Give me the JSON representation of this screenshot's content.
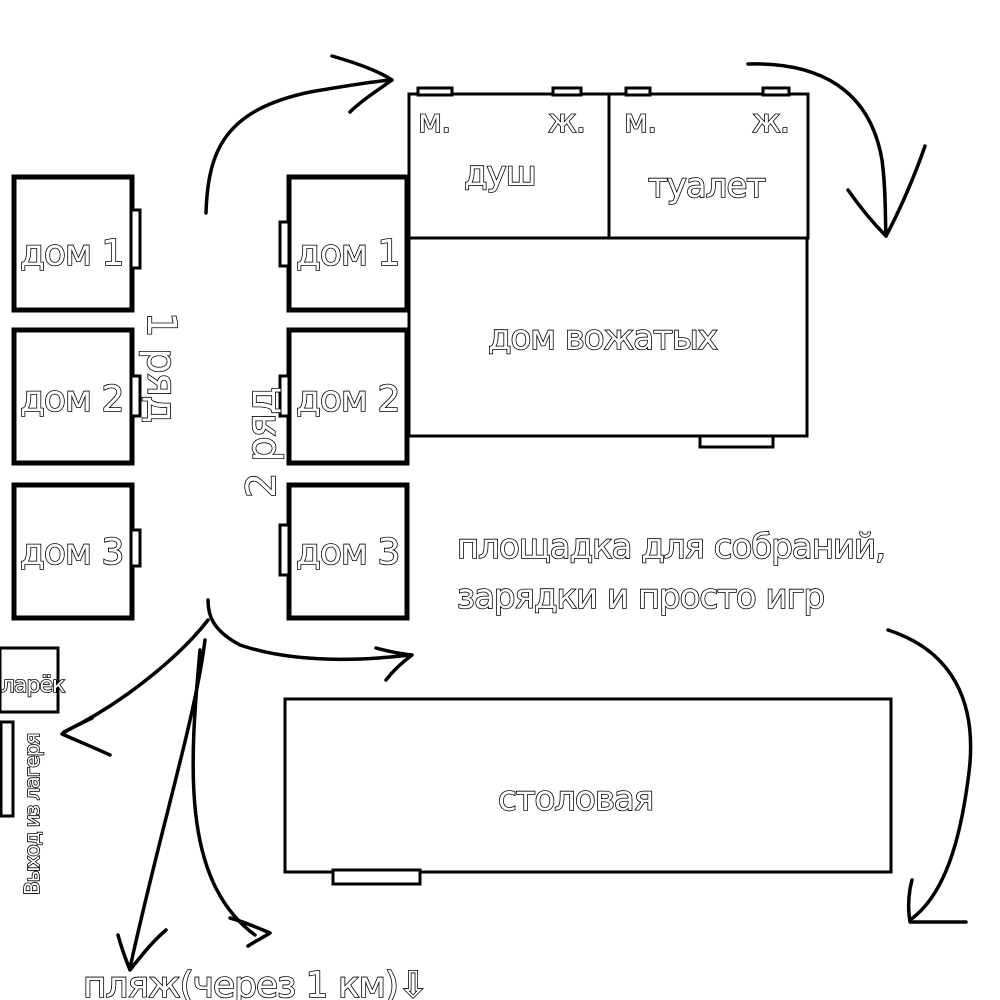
{
  "labels": {
    "house1_row1": "дом 1",
    "house2_row1": "дом 2",
    "house3_row1": "дом 3",
    "house1_row2": "дом 1",
    "house2_row2": "дом 2",
    "house3_row2": "дом 3",
    "row1": "1 ряд",
    "row2": "2 ряд",
    "shower": "душ",
    "toilet": "туалет",
    "men_shower": "м.",
    "women_shower": "ж.",
    "men_toilet": "м.",
    "women_toilet": "ж.",
    "counselors_house": "дом вожатых",
    "square_line1": "площадка для собраний,",
    "square_line2": "зарядки и просто игр",
    "kiosk": "ларёк",
    "exit": "Выход из лагеря",
    "canteen": "столовая",
    "beach": "пляж(через 1 км)⇩"
  },
  "colors": {
    "ink": "#000000",
    "paper": "#ffffff"
  }
}
